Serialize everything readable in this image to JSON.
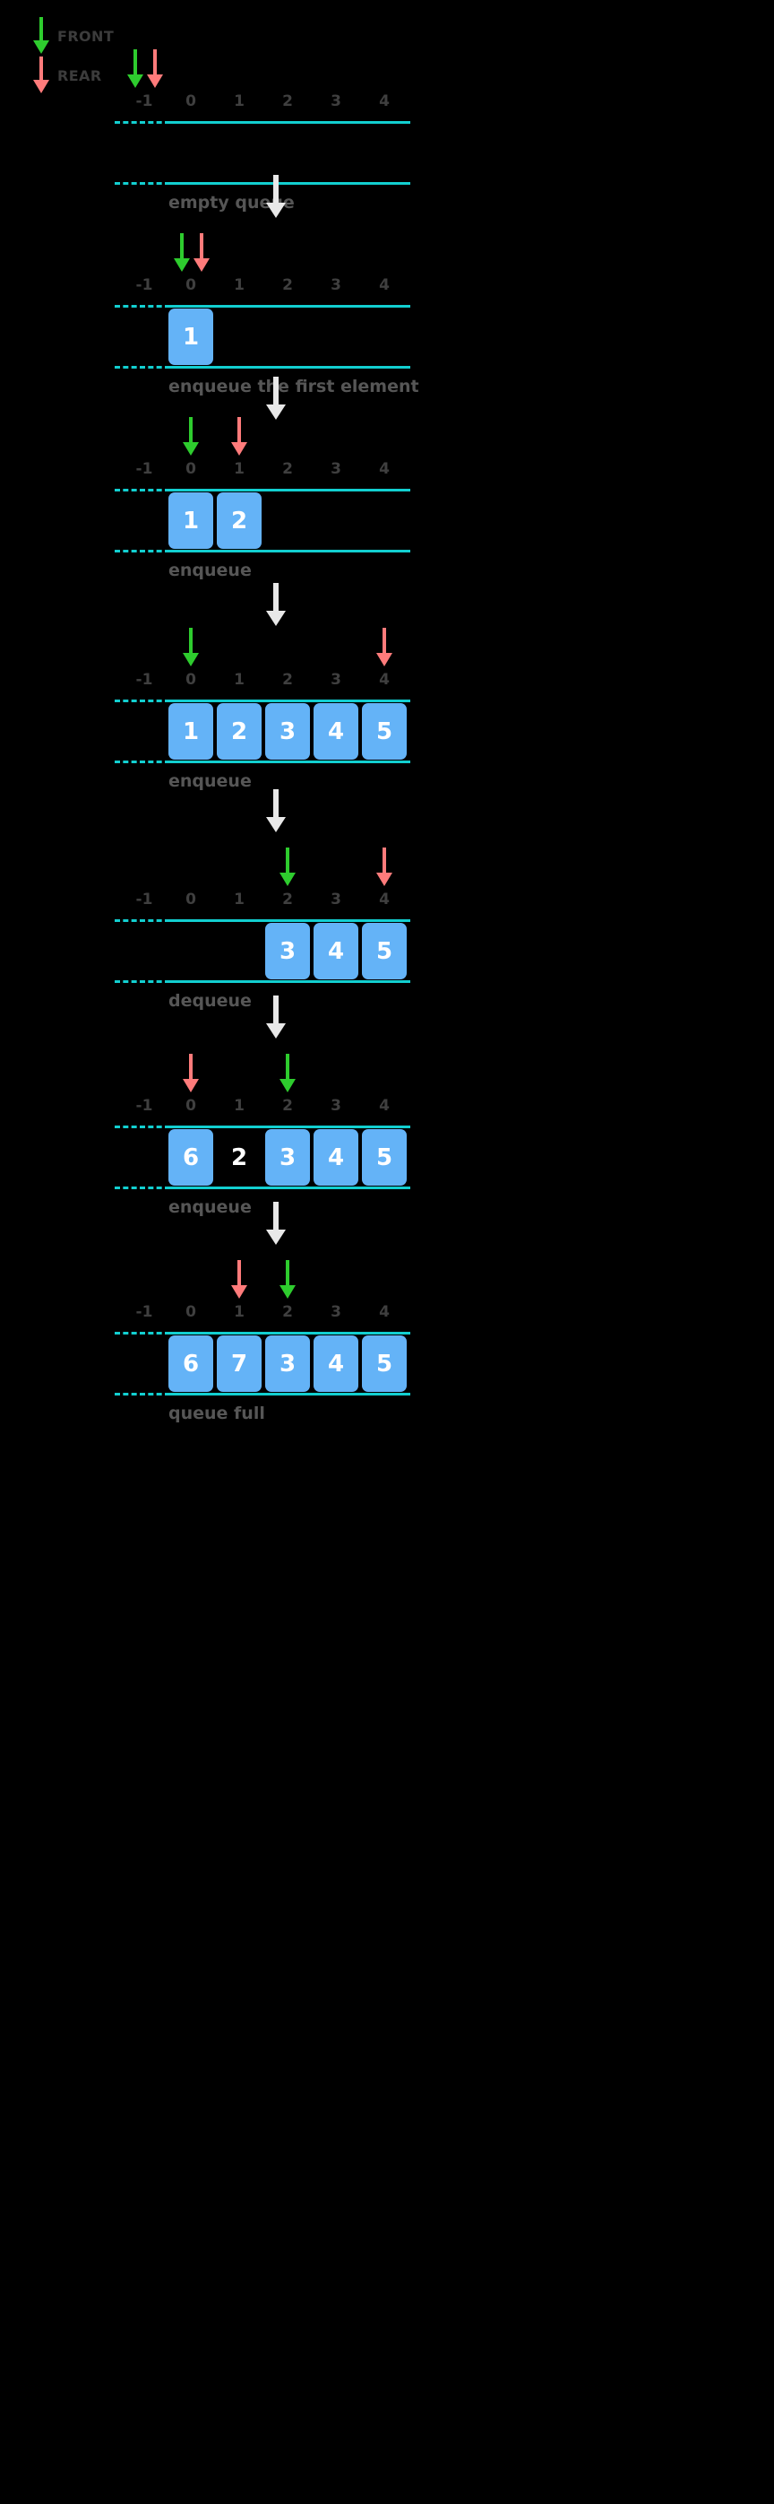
{
  "legend": {
    "front": {
      "label": "FRONT",
      "color": "#2ecc2e",
      "icon": "down-arrow-icon"
    },
    "rear": {
      "label": "REAR",
      "color": "#ff7b7b",
      "icon": "down-arrow-icon"
    }
  },
  "colors": {
    "background": "#000000",
    "rail": "#12cfd0",
    "cell": "#64b3f7",
    "cell_text": "#ffffff",
    "front_arrow": "#2ecc2e",
    "rear_arrow": "#ff7b7b",
    "caption": "#565656",
    "index": "#3f3f3f",
    "step_arrow": "#e8e8e8"
  },
  "indices": [
    "-1",
    "0",
    "1",
    "2",
    "3",
    "4"
  ],
  "capacity": 5,
  "panels": [
    {
      "caption": "empty queue",
      "front_index": -1,
      "rear_index": -1,
      "cells": [
        {
          "value": "",
          "state": "empty"
        },
        {
          "value": "",
          "state": "empty"
        },
        {
          "value": "",
          "state": "empty"
        },
        {
          "value": "",
          "state": "empty"
        },
        {
          "value": "",
          "state": "empty"
        }
      ]
    },
    {
      "caption": "enqueue the first element",
      "front_index": 0,
      "rear_index": 0,
      "cells": [
        {
          "value": "1",
          "state": "filled"
        },
        {
          "value": "",
          "state": "empty"
        },
        {
          "value": "",
          "state": "empty"
        },
        {
          "value": "",
          "state": "empty"
        },
        {
          "value": "",
          "state": "empty"
        }
      ]
    },
    {
      "caption": "enqueue",
      "front_index": 0,
      "rear_index": 1,
      "cells": [
        {
          "value": "1",
          "state": "filled"
        },
        {
          "value": "2",
          "state": "filled"
        },
        {
          "value": "",
          "state": "empty"
        },
        {
          "value": "",
          "state": "empty"
        },
        {
          "value": "",
          "state": "empty"
        }
      ]
    },
    {
      "caption": "enqueue",
      "front_index": 0,
      "rear_index": 4,
      "cells": [
        {
          "value": "1",
          "state": "filled"
        },
        {
          "value": "2",
          "state": "filled"
        },
        {
          "value": "3",
          "state": "filled"
        },
        {
          "value": "4",
          "state": "filled"
        },
        {
          "value": "5",
          "state": "filled"
        }
      ]
    },
    {
      "caption": "dequeue",
      "front_index": 2,
      "rear_index": 4,
      "cells": [
        {
          "value": "",
          "state": "empty"
        },
        {
          "value": "",
          "state": "empty"
        },
        {
          "value": "3",
          "state": "filled"
        },
        {
          "value": "4",
          "state": "filled"
        },
        {
          "value": "5",
          "state": "filled"
        }
      ]
    },
    {
      "caption": "enqueue",
      "front_index": 2,
      "rear_index": 0,
      "cells": [
        {
          "value": "6",
          "state": "filled"
        },
        {
          "value": "2",
          "state": "ghost"
        },
        {
          "value": "3",
          "state": "filled"
        },
        {
          "value": "4",
          "state": "filled"
        },
        {
          "value": "5",
          "state": "filled"
        }
      ]
    },
    {
      "caption": "queue full",
      "front_index": 2,
      "rear_index": 1,
      "cells": [
        {
          "value": "6",
          "state": "filled"
        },
        {
          "value": "7",
          "state": "filled"
        },
        {
          "value": "3",
          "state": "filled"
        },
        {
          "value": "4",
          "state": "filled"
        },
        {
          "value": "5",
          "state": "filled"
        }
      ]
    }
  ],
  "layout": {
    "panel_tops": [
      55,
      260,
      465,
      700,
      945,
      1175,
      1405
    ],
    "step_arrow_tops": [
      195,
      420,
      650,
      880,
      1110,
      1340
    ]
  }
}
